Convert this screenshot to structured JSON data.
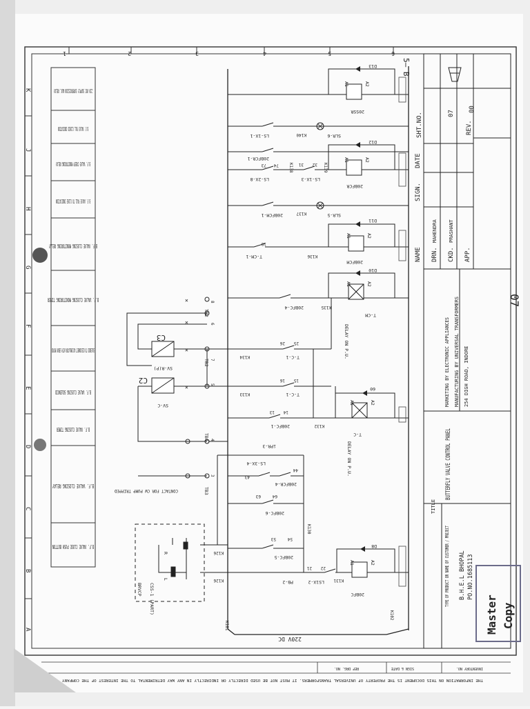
{
  "zone_letters": [
    "K",
    "J",
    "H",
    "G",
    "F",
    "E",
    "D",
    "C",
    "B",
    "A"
  ],
  "column_numbers": [
    "1",
    "2",
    "3",
    "4",
    "5",
    "6"
  ],
  "function_labels": [
    "220 VDC SUPPLY SUPERVISION AUX. RELAY",
    "B.F. VALVE FULL CLOSED INDICATION",
    "B.F. VALVE CREEP MONITORING RELAY",
    "B.F. VALVE FAIL TO CLOSE INDICATION",
    "B.F. VALVE CLOSING MONITORING RELAY",
    "B.F. VALVE CLOSING MONITORING TIMER",
    "SOLENOID TO DISCONNECT ACCUMULATOR WITH SERVO MOTOR",
    "B.F. VALVE CLOSING SOLENOID",
    "B.F. VALVE CLOSING TIMER",
    "B.F. VALVE CLOSING RELAY",
    "B.F. VALVE CLOSE PUSH BUTTON"
  ],
  "supply_label": "220V DC",
  "wire_labels": {
    "k101": "K101",
    "k102": "K102",
    "k126a": "K126",
    "k126b": "K126",
    "k130": "K130",
    "k131": "K131",
    "k132": "K132",
    "k133": "K133",
    "k134": "K134",
    "k135": "K135",
    "k136": "K136",
    "k137": "K137",
    "k138": "K138",
    "k139": "K139",
    "k140": "K140"
  },
  "devices": {
    "css": "CSS-1 (PART)",
    "brvcp": "BRVCP",
    "css_l": "L",
    "css_r": "R",
    "pb": "PB-2",
    "ls1x2": "LS1X-2",
    "bfc20": "20BFC-5",
    "bfc20_2": "20BFC-6",
    "bfcr": "20BFCR-4",
    "ls3x": "LS-3X-4",
    "ipr": "iPR-3",
    "tb4": "TB4",
    "tb3": "TB3",
    "tb2a": "TB2",
    "tb2b": "TB2",
    "pump": "CONTACT FOR CW PUMP TRIPPED",
    "bfc1": "20BFC-1",
    "tc1a": "T-C-1",
    "tc1b": "T-C-1",
    "tc": "T-C",
    "tc_delay": "DELAY ON P.U.",
    "svc": "SV-C",
    "svrp": "SV-R(P)",
    "c2": "C2",
    "c3": "C3",
    "bfc4": "20BFC-4",
    "tcm": "T-CM",
    "tcm_delay": "DELAY ON P.U.",
    "tcm1": "T-CM-1",
    "bfcm": "20BFCM",
    "bfcm1": "20BFCM-1",
    "slr5": "SLR-5",
    "bfcr_coil": "20BFCR",
    "ls1x3": "LS-1X-3",
    "ls2x8": "LS-2X-8",
    "bfcr1": "20BFCR-1",
    "slr6": "SLR-6",
    "ls1x1": "LS-1X-1",
    "ssr": "20SSR",
    "bfc_coil": "20BFC",
    "d8": "D8",
    "d9": "60",
    "d10": "D10",
    "d11": "D11",
    "d12": "D12",
    "d13": "D13",
    "a1": "A1",
    "a2": "A2",
    "n21": "21",
    "n22": "22",
    "n53": "53",
    "n54": "54",
    "n63": "63",
    "n64": "64",
    "n43": "43",
    "n44": "44",
    "n13": "13",
    "n14": "14",
    "n15": "15",
    "n16": "16",
    "n25": "25",
    "n26": "26",
    "n31": "31",
    "n32": "32",
    "n73": "73",
    "n74": "74",
    "n18": "18",
    "n7": "7",
    "n5": "5",
    "n6": "6",
    "n8": "8",
    "n4": "4",
    "n3": "3"
  },
  "title_block": {
    "customer_label": "TYPE OF PRODUCT OR NAME OF CUSTOMER / PROJECT",
    "customer_name": "B.H.E.L BHOPAL",
    "po": "PO.NO.1685113",
    "title_label": "TITLE",
    "title": "BUTTERFLY VALVE CONTROL PANEL",
    "marketing": "MARKETING BY ELECTRONIC APPLIANCES",
    "manufacturing": "MANUFACTURING BY UNIVERSAL TRANSFORMERS",
    "address": "254 DIGH ROAD, INDORE",
    "drn": "DRN.",
    "ckd": "CKD.",
    "app": "APP.",
    "name_h": "NAME",
    "sign_h": "SIGN.",
    "date_h": "DATE",
    "drn_name": "MAHENDRA",
    "ckd_name": "PRASHANT",
    "sht_label": "SHT.NO.",
    "sht_value": "07",
    "rev_label": "REV.",
    "rev_value": "00"
  },
  "stamp": {
    "line1": "Master",
    "line2": "Copy"
  },
  "handwritten": {
    "corner": "5̶ B",
    "page": "07"
  },
  "margin": {
    "notice": "THE INFORMATION ON THIS DOCUMENT IS THE PROPERTY OF UNIVERSAL TRANSFORMERS. IT MUST NOT BE USED DIRECTLY OR INDIRECTLY IN ANY WAY DETRIMENTAL TO THE INTEREST OF THE COMPANY",
    "ref": "REF DRG. NO.",
    "sign": "SIGN & DATE",
    "inv": "INVENTORY NO."
  }
}
